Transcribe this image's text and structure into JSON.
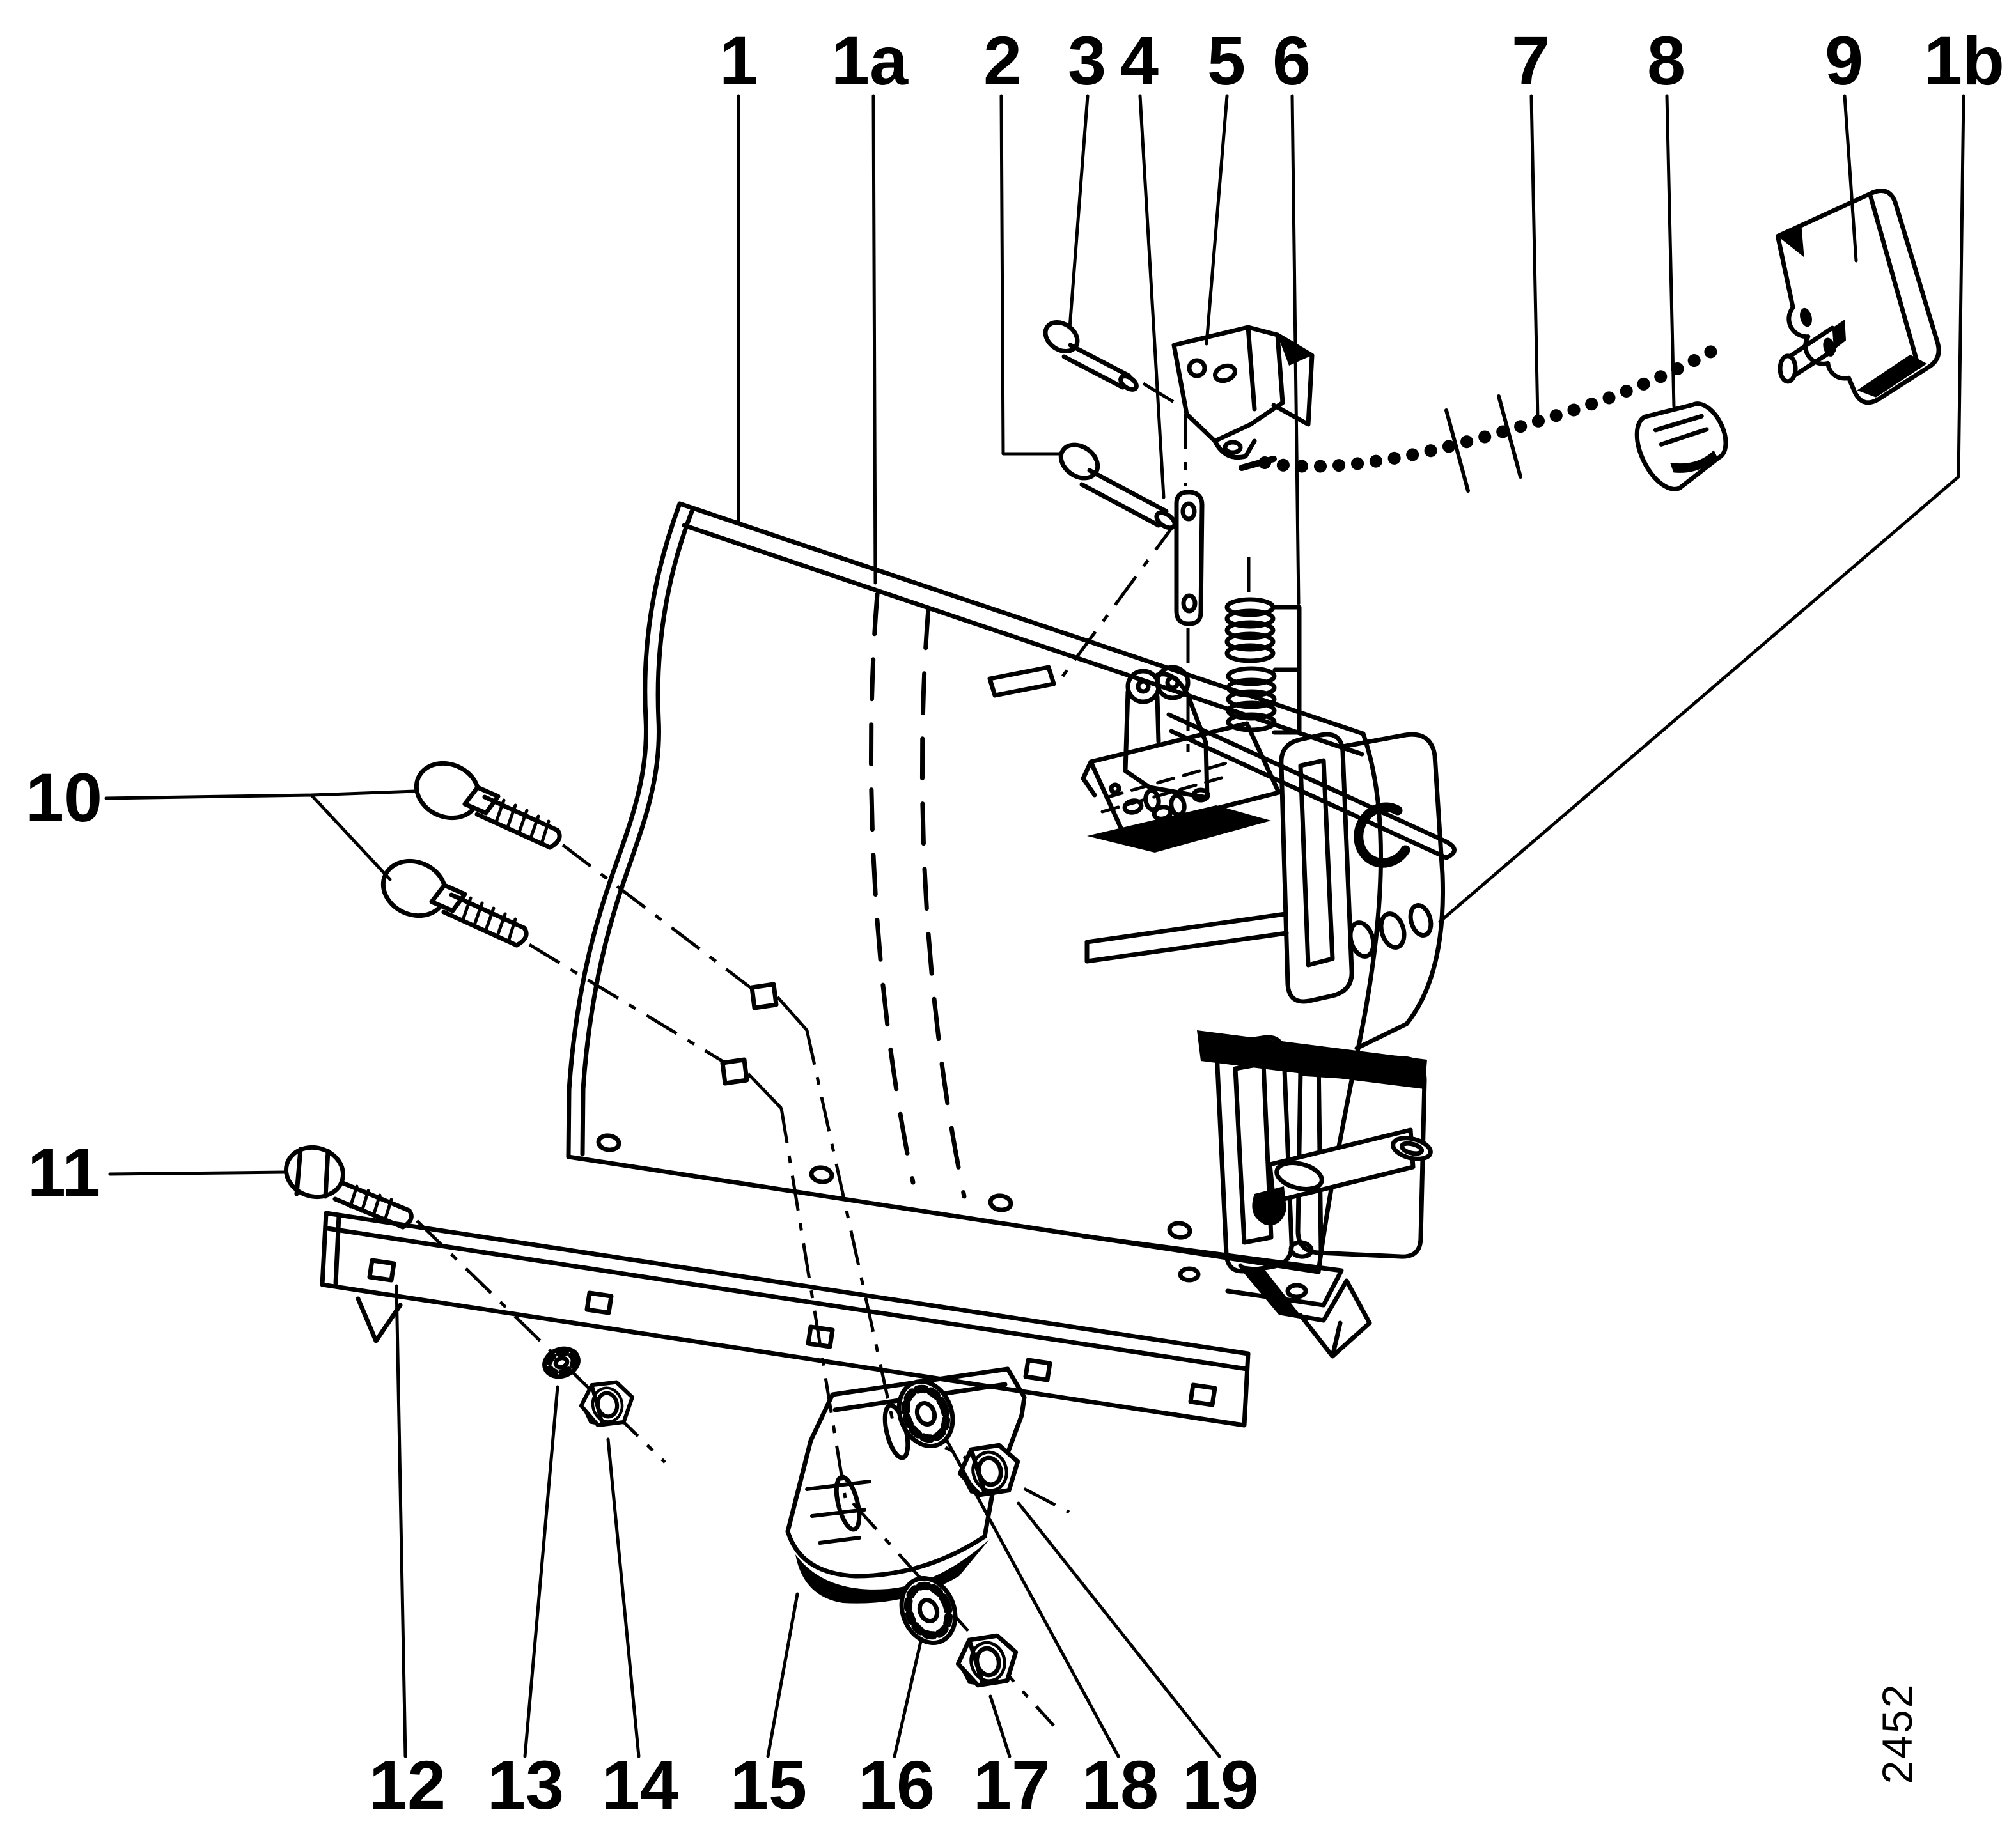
{
  "figure": {
    "background_color": "#ffffff",
    "ink_color": "#000000",
    "drawing_number": "2452",
    "callouts": {
      "top": [
        "1",
        "1a",
        "2",
        "3",
        "4",
        "5",
        "6",
        "7",
        "8",
        "9",
        "1b"
      ],
      "left": [
        "10",
        "11"
      ],
      "bottom": [
        "12",
        "13",
        "14",
        "15",
        "16",
        "17",
        "18",
        "19"
      ]
    }
  }
}
